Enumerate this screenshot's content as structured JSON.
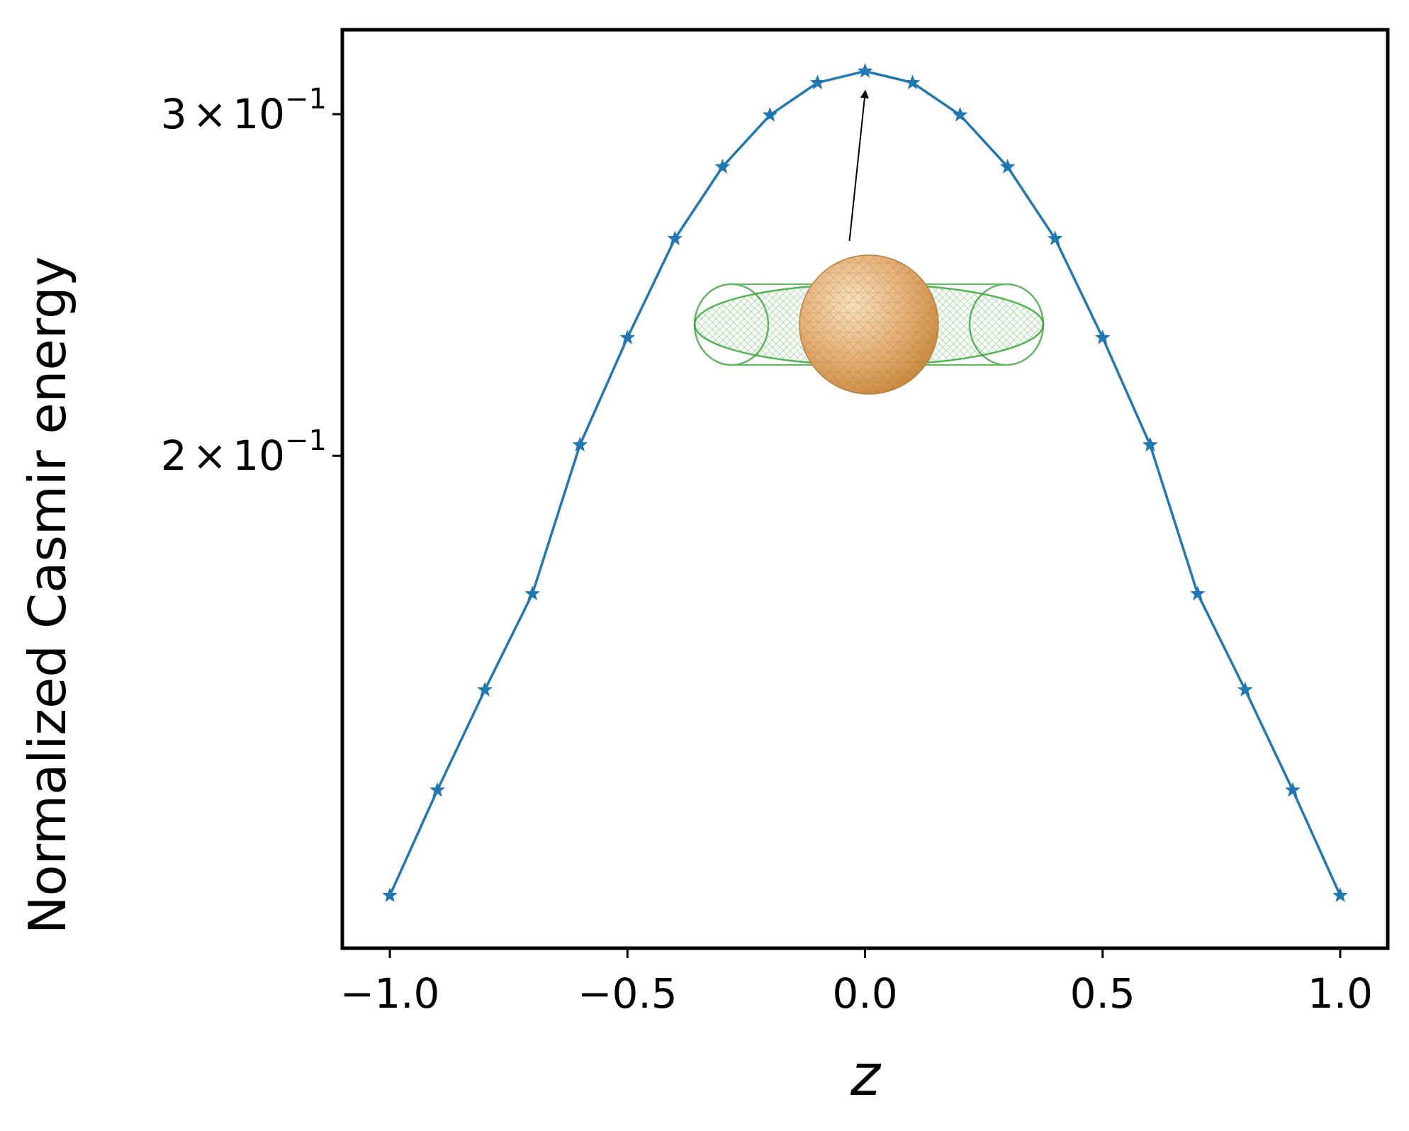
{
  "chart_data": {
    "type": "line",
    "xlabel": "z",
    "ylabel": "Normalized Casmir energy",
    "yscale": "log",
    "grid": false,
    "xlim": [
      -1.1,
      1.1
    ],
    "ylim": [
      0.1115,
      0.3316
    ],
    "x_ticks": [
      {
        "value": -1.0,
        "label": "−1.0"
      },
      {
        "value": -0.5,
        "label": "−0.5"
      },
      {
        "value": 0.0,
        "label": "0.0"
      },
      {
        "value": 0.5,
        "label": "0.5"
      },
      {
        "value": 1.0,
        "label": "1.0"
      }
    ],
    "y_ticks": [
      {
        "value": 0.3,
        "mantissa": "3",
        "times": "×",
        "base": "10",
        "exponent": "−1"
      },
      {
        "value": 0.2,
        "mantissa": "2",
        "times": "×",
        "base": "10",
        "exponent": "−1"
      }
    ],
    "series": [
      {
        "color": "#1f77b4",
        "marker": "star",
        "x": [
          -1.0,
          -0.9,
          -0.8,
          -0.7,
          -0.6,
          -0.5,
          -0.4,
          -0.3,
          -0.2,
          -0.1,
          0.0,
          0.1,
          0.2,
          0.3,
          0.4,
          0.5,
          0.6,
          0.7,
          0.8,
          0.9,
          1.0
        ],
        "y": [
          0.1187,
          0.1345,
          0.1515,
          0.1698,
          0.2026,
          0.2301,
          0.2588,
          0.2818,
          0.2997,
          0.3114,
          0.3157,
          0.3114,
          0.2997,
          0.2818,
          0.2588,
          0.2301,
          0.2026,
          0.1698,
          0.1515,
          0.1345,
          0.1187
        ]
      }
    ],
    "inset": {
      "description_icon": "sphere-in-torus-mesh-icon",
      "colors": {
        "sphere": "#e0a060",
        "torus": "#5cc75c"
      },
      "arrow_points_to": {
        "x": 0.0,
        "y": 0.3157
      }
    }
  }
}
